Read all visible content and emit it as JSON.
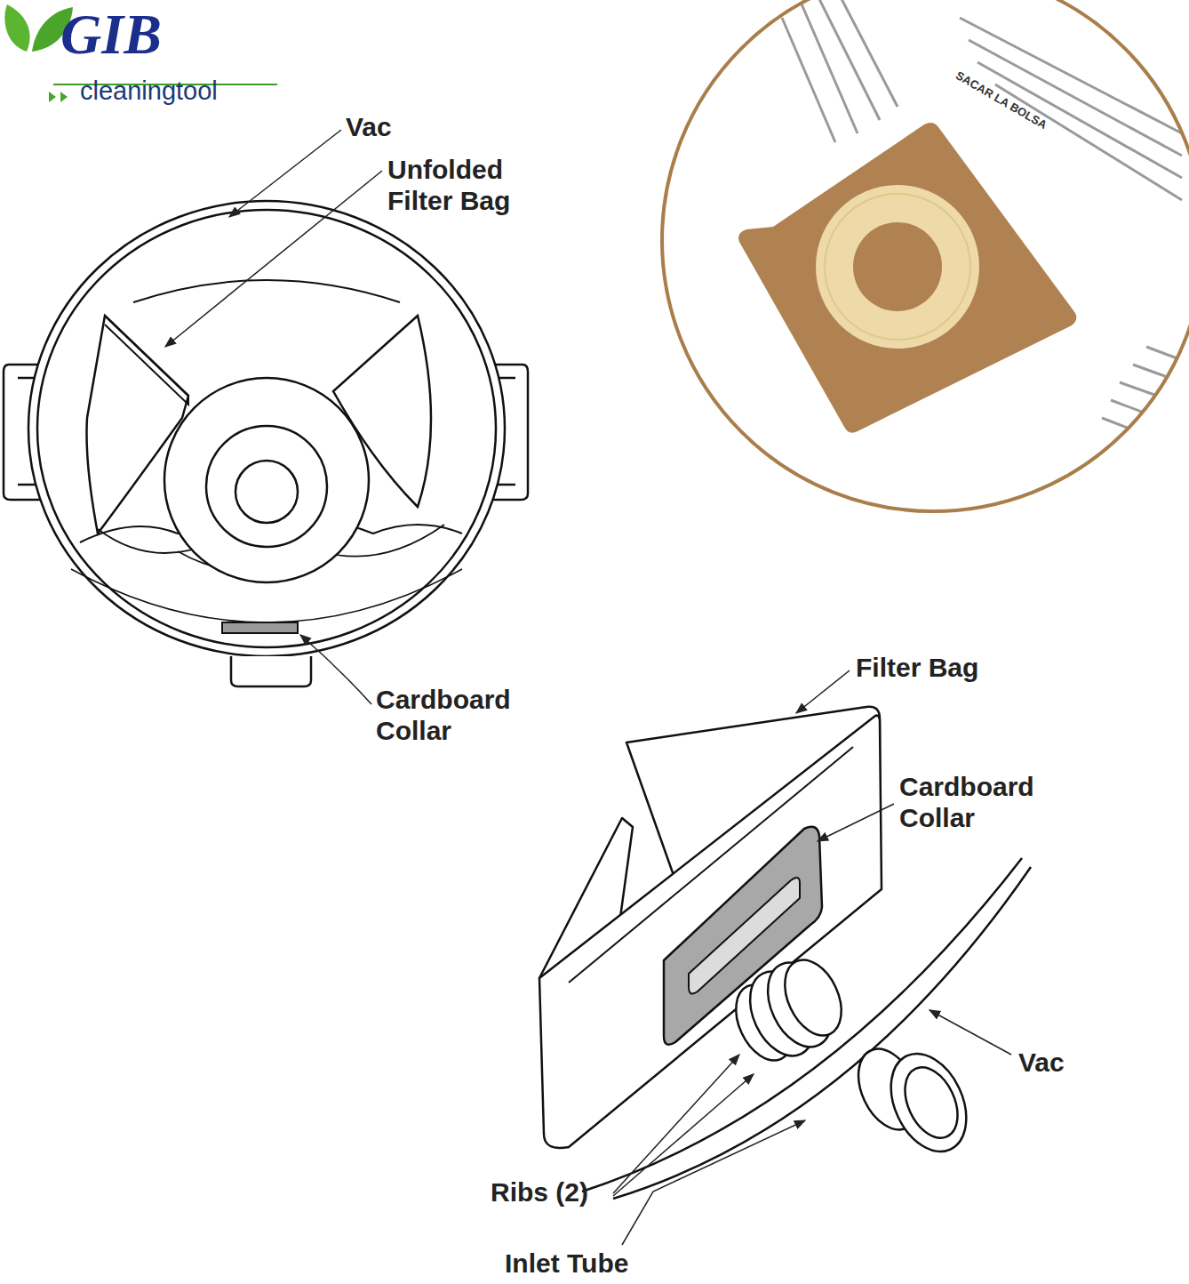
{
  "diagram": {
    "labels": [
      "GIB",
      "cleaningtool",
      "Vac",
      "Unfolded Filter Bag",
      "Cardboard Collar",
      "SACAR LA BOLSA",
      "Filter Bag",
      "Cardboard Collar",
      "Vac",
      "Ribs (2)",
      "Inlet Tube"
    ]
  }
}
